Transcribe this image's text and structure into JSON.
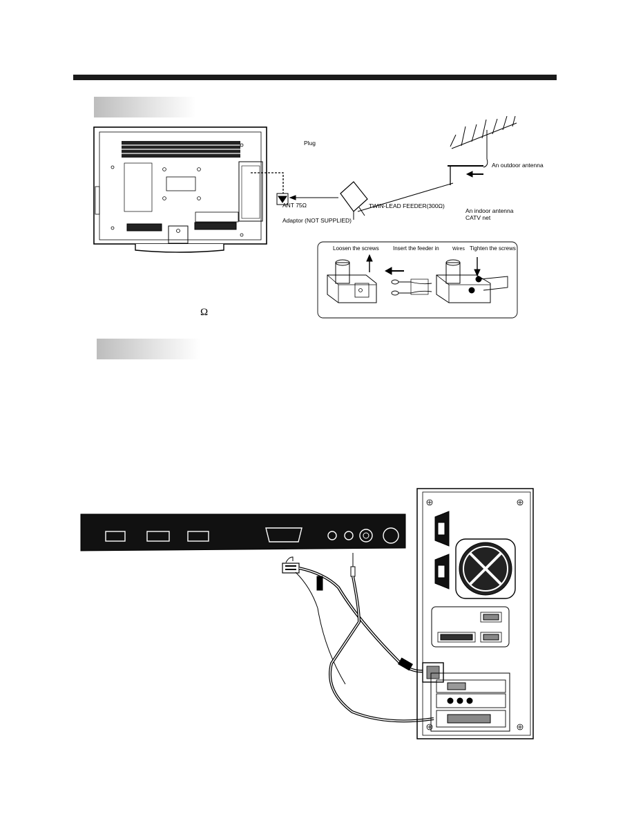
{
  "antenna_diagram": {
    "plug": "Plug",
    "outdoor_antenna": "An outdoor antenna",
    "ant_port": "ANT 75Ω",
    "feeder": "TWIN-LEAD FEEDER(300Ω)",
    "indoor_antenna": "An indoor antenna",
    "catv": "CATV net",
    "adaptor": "Adaptor  (NOT SUPPLIED)",
    "step_loosen": "Loosen the screws",
    "step_insert": "Insert the feeder in",
    "step_wires": "Wires",
    "step_tighten": "Tighten the screws",
    "omega": "Ω"
  }
}
